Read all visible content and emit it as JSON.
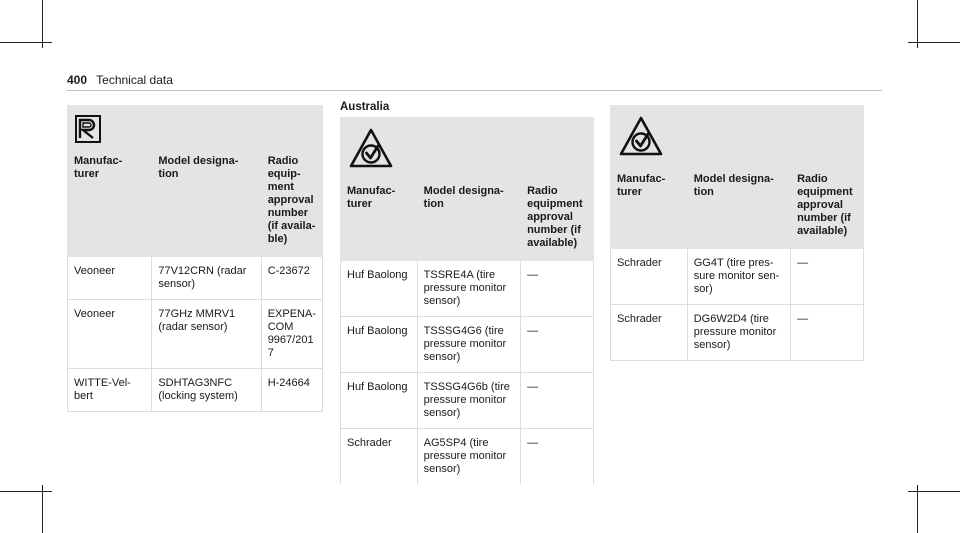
{
  "header": {
    "page_number": "400",
    "section": "Technical data"
  },
  "table1": {
    "icon": "r-certification-mark-icon",
    "columns": [
      "Manufac-\nturer",
      "Model designa-\ntion",
      "Radio\nequip-\nment\napproval\nnumber\n(if availa-\nble)"
    ],
    "rows": [
      [
        "Veoneer",
        "77V12CRN (radar\nsensor)",
        "C-23672"
      ],
      [
        "Veoneer",
        "77GHz MMRV1\n(radar sensor)",
        "EXPENA-\nCOM\n9967/201\n7"
      ],
      [
        "WITTE-Vel-\nbert",
        "SDHTAG3NFC\n(locking system)",
        "H-24664"
      ]
    ]
  },
  "table2": {
    "title": "Australia",
    "icon": "rcm-compliance-mark-icon",
    "columns": [
      "Manufac-\nturer",
      "Model designa-\ntion",
      "Radio\nequipment\napproval\nnumber (if\navailable)"
    ],
    "rows": [
      [
        "Huf Baolong",
        "TSSRE4A (tire\npressure monitor\nsensor)",
        "—"
      ],
      [
        "Huf Baolong",
        "TSSSG4G6 (tire\npressure monitor\nsensor)",
        "—"
      ],
      [
        "Huf Baolong",
        "TSSSG4G6b (tire\npressure monitor\nsensor)",
        "—"
      ],
      [
        "Schrader",
        "AG5SP4 (tire\npressure monitor\nsensor)",
        "—"
      ]
    ]
  },
  "table3": {
    "icon": "rcm-compliance-mark-icon",
    "columns": [
      "Manufac-\nturer",
      "Model designa-\ntion",
      "Radio\nequipment\napproval\nnumber (if\navailable)"
    ],
    "rows": [
      [
        "Schrader",
        "GG4T (tire pres-\nsure monitor sen-\nsor)",
        "—"
      ],
      [
        "Schrader",
        "DG6W2D4 (tire\npressure monitor\nsensor)",
        "—"
      ]
    ]
  }
}
